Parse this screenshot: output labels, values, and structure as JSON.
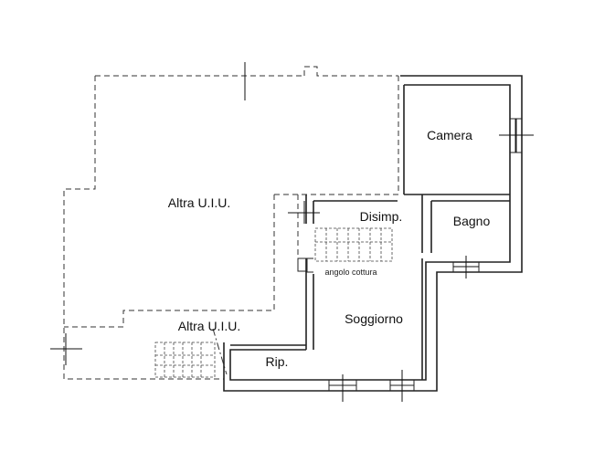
{
  "rooms": {
    "altra_uiu_1": "Altra U.I.U.",
    "altra_uiu_2": "Altra U.I.U.",
    "camera": "Camera",
    "disimp": "Disimp.",
    "bagno": "Bagno",
    "angolo_cottura": "angolo cottura",
    "soggiorno": "Soggiorno",
    "rip": "Rip."
  }
}
